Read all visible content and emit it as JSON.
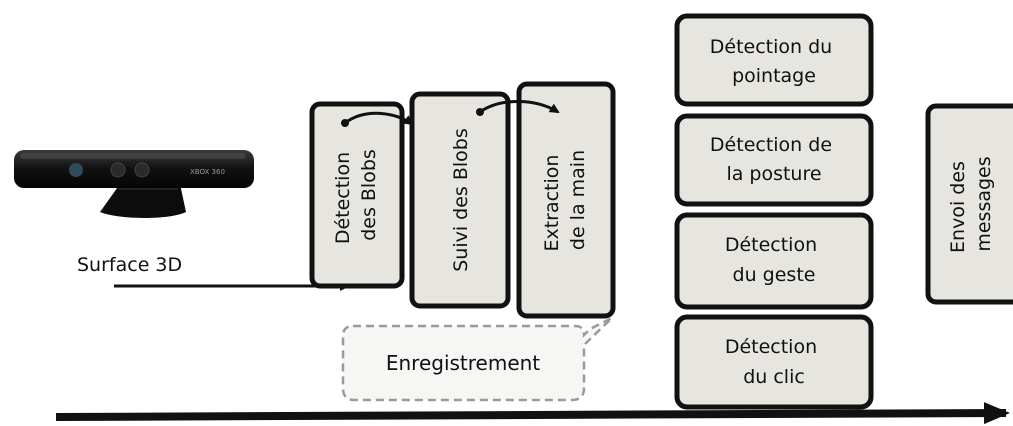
{
  "diagram": {
    "input_label": "Surface 3D",
    "stages": [
      {
        "id": "detection-blobs",
        "lines": [
          "Détection",
          "des Blobs"
        ]
      },
      {
        "id": "suivi-blobs",
        "lines": [
          "Suivi des Blobs"
        ]
      },
      {
        "id": "extraction-main",
        "lines": [
          "Extraction",
          "de la main"
        ]
      }
    ],
    "recording_note": "Enregistrement",
    "detectors": [
      {
        "id": "detection-pointage",
        "lines": [
          "Détection du",
          "pointage"
        ]
      },
      {
        "id": "detection-posture",
        "lines": [
          "Détection de",
          "la posture"
        ]
      },
      {
        "id": "detection-geste",
        "lines": [
          "Détection",
          "du geste"
        ]
      },
      {
        "id": "detection-clic",
        "lines": [
          "Détection",
          "du clic"
        ]
      }
    ],
    "output": {
      "id": "envoi-messages",
      "lines": [
        "Envoi des",
        "messages"
      ]
    },
    "device": {
      "brand_text": "XBOX 360"
    },
    "colors": {
      "box_fill": "#e6e5e0",
      "box_stroke": "#111111",
      "note_stroke": "#9a9a9a",
      "note_fill": "#f6f6f4"
    }
  }
}
